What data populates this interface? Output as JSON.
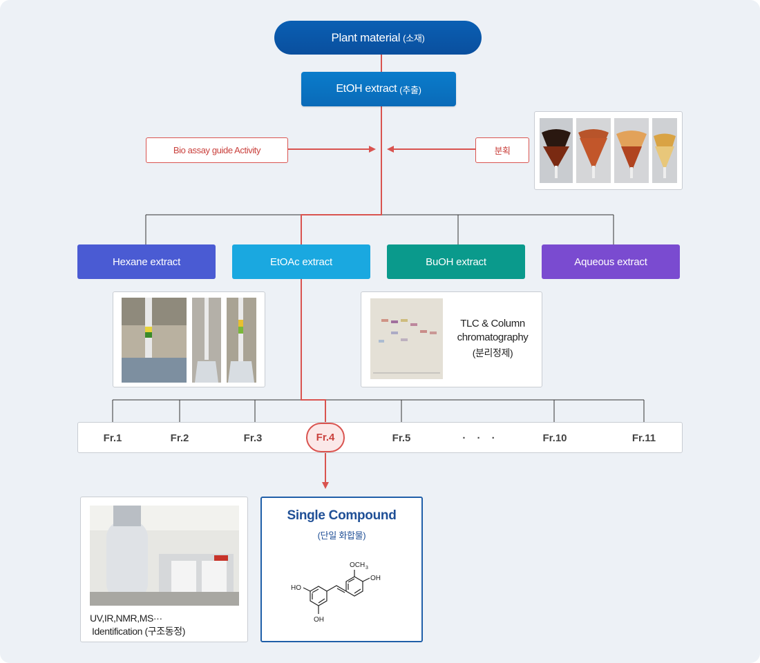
{
  "top": {
    "plant_main": "Plant material",
    "plant_sub": "(소재)",
    "etoh_main": "EtOH extract",
    "etoh_sub": "(추출)"
  },
  "side": {
    "bio_assay": "Bio assay guide Activity",
    "fractionation": "분획"
  },
  "extracts": [
    {
      "label": "Hexane extract",
      "color": "#4a5bd3"
    },
    {
      "label": "EtOAc extract",
      "color": "#1aa8e0"
    },
    {
      "label": "BuOH extract",
      "color": "#0a9a8c"
    },
    {
      "label": "Aqueous extract",
      "color": "#7a4bd0"
    }
  ],
  "tlc": {
    "line1": "TLC & Column",
    "line2": "chromatography",
    "line3": "(분리정제)"
  },
  "fractions": [
    "Fr.1",
    "Fr.2",
    "Fr.3",
    "Fr.4",
    "Fr.5",
    "· · ·",
    "Fr.10",
    "Fr.11"
  ],
  "highlight_fraction": "Fr.4",
  "identification": {
    "line1": "UV,IR,NMR,MS···",
    "line2": "Identification",
    "line3": "(구조동정)"
  },
  "compound": {
    "title": "Single Compound",
    "subtitle": "(단일 화합물)",
    "labels": {
      "ho": "HO",
      "oh_bottom": "OH",
      "oh_right": "OH",
      "methoxy": "OCH",
      "methoxy_sub": "3"
    }
  },
  "colors": {
    "flow_red": "#d9534f",
    "tree_line": "#333333",
    "title_blue": "#1f4f96"
  }
}
